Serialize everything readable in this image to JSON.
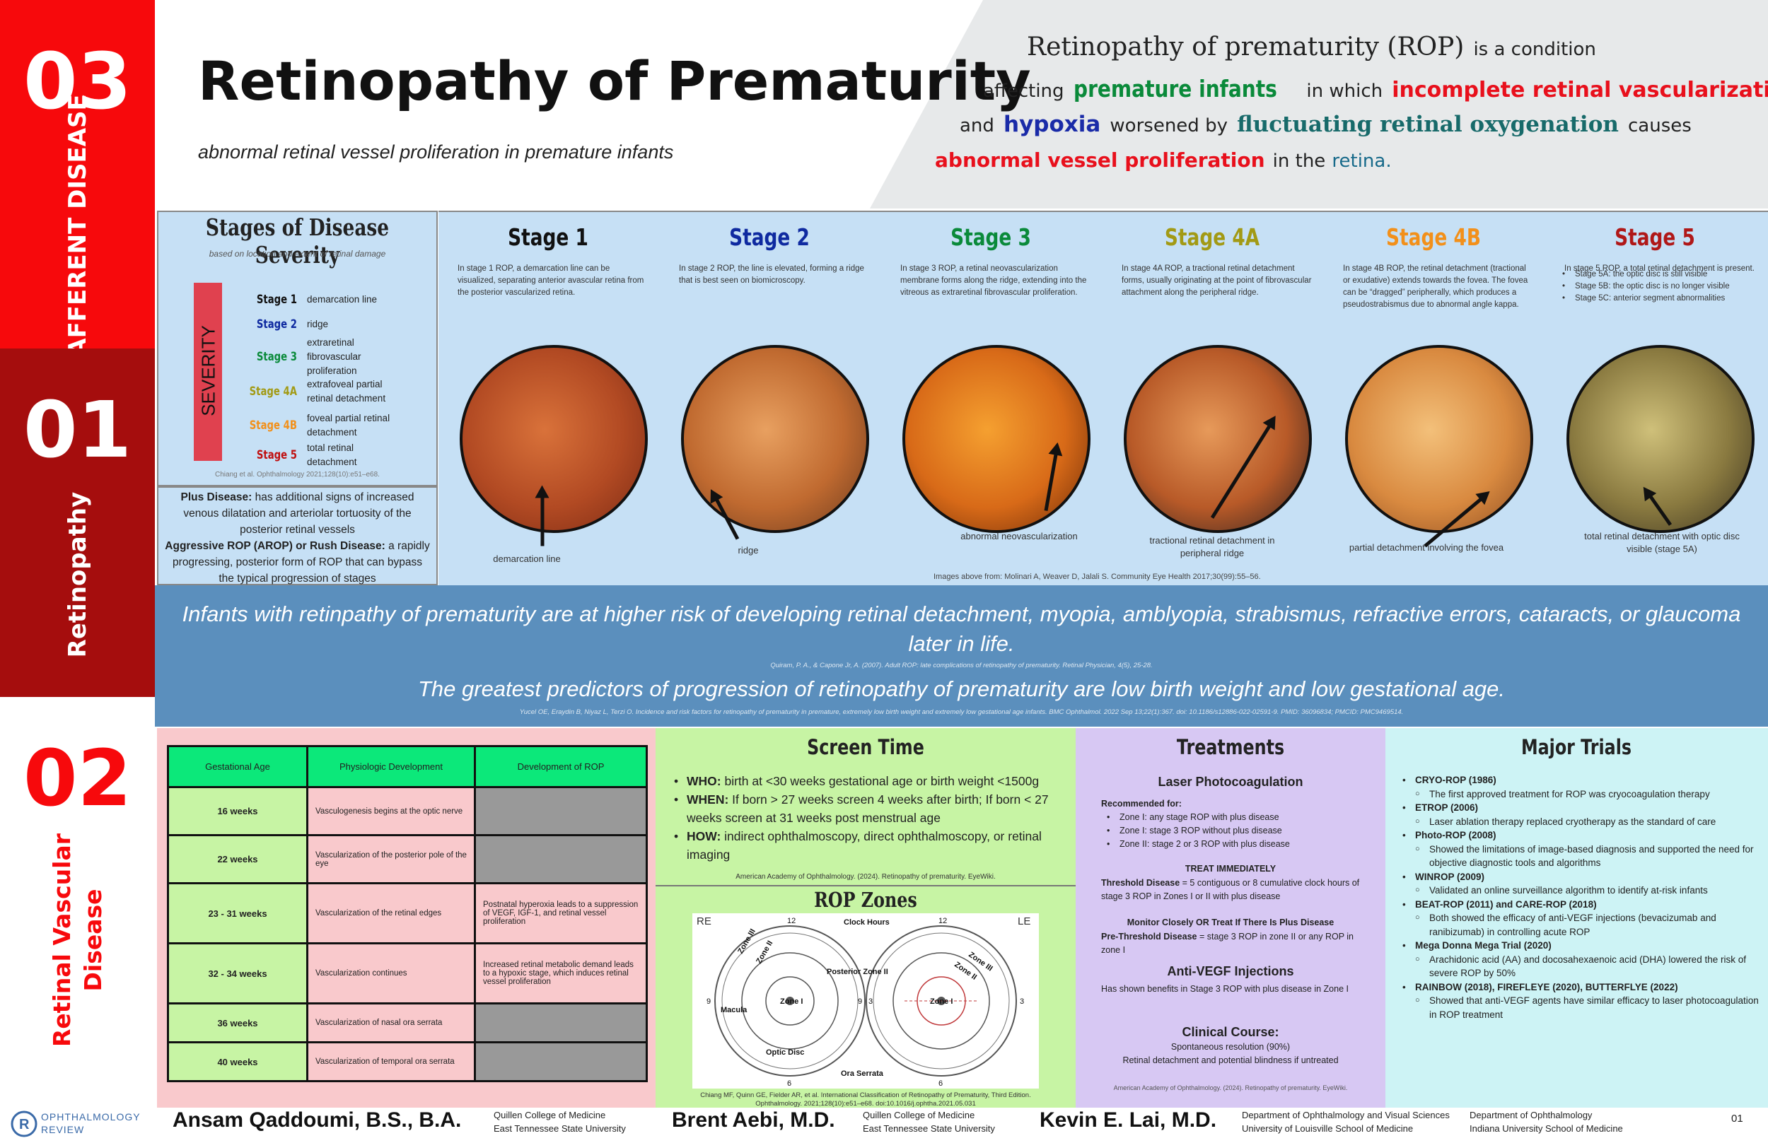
{
  "sidebar": {
    "sec03": {
      "num": "03",
      "label": "AFFERENT DISEASE",
      "color": "#f7090c"
    },
    "sec01": {
      "num": "01",
      "label": "Retinopathy",
      "color": "#a50d0d"
    },
    "sec02": {
      "num": "02",
      "label": "Retinal Vascular Disease",
      "color": "#f7090c"
    }
  },
  "header": {
    "title": "Retinopathy of Prematurity",
    "subtitle": "abnormal retinal vessel proliferation in premature infants",
    "definition": {
      "l1a": "Retinopathy of prematurity (ROP)",
      "l1b": "is a condition",
      "l2a": "affecting",
      "l2b": "premature infants",
      "l2c": "in which",
      "l2d": "incomplete retinal vascularization",
      "l3a": "and",
      "l3b": "hypoxia",
      "l3c": "worsened by",
      "l3d": "fluctuating retinal oxygenation",
      "l3e": "causes",
      "l4a": "abnormal vessel proliferation",
      "l4b": "in the",
      "l4c": "retina."
    }
  },
  "severity": {
    "title": "Stages of Disease Severity",
    "subtitle": "based on location and extent of retinal damage",
    "bar_label": "SEVERITY",
    "items": [
      {
        "stage": "Stage 1",
        "desc": "demarcation line",
        "color": "#111111"
      },
      {
        "stage": "Stage 2",
        "desc": "ridge",
        "color": "#0f2aa0"
      },
      {
        "stage": "Stage 3",
        "desc": "extraretinal fibrovascular proliferation",
        "color": "#0a8a3a"
      },
      {
        "stage": "Stage 4A",
        "desc": "extrafoveal partial retinal detachment",
        "color": "#a29a15"
      },
      {
        "stage": "Stage 4B",
        "desc": "foveal partial retinal detachment",
        "color": "#f2901a"
      },
      {
        "stage": "Stage 5",
        "desc": "total retinal detachment",
        "color": "#c01010"
      }
    ],
    "citation": "Chiang et al. Ophthalmology 2021;128(10):e51–e68."
  },
  "plus": {
    "p1_bold": "Plus Disease:",
    "p1": "has additional signs of increased venous dilatation and arteriolar tortuosity of the posterior retinal vessels",
    "p2_bold": "Aggressive ROP (AROP) or Rush Disease:",
    "p2": "a rapidly progressing, posterior form of ROP that can bypass the typical progression of stages"
  },
  "stages": [
    {
      "title": "Stage 1",
      "color": "#111111",
      "desc": "In stage 1 ROP, a demarcation line can be visualized, separating anterior avascular retina from the posterior vascularized retina.",
      "label": "demarcation line"
    },
    {
      "title": "Stage 2",
      "color": "#0f2aa0",
      "desc": "In stage 2 ROP, the line is elevated, forming a ridge that is best seen on biomicroscopy.",
      "label": "ridge"
    },
    {
      "title": "Stage 3",
      "color": "#0a8a3a",
      "desc": "In stage 3 ROP, a retinal neovascularization membrane forms along the ridge, extending into the vitreous as extraretinal fibrovascular proliferation.",
      "label": "abnormal neovascularization"
    },
    {
      "title": "Stage 4A",
      "color": "#a29a15",
      "desc": "In stage 4A ROP, a tractional retinal detachment forms, usually originating at the point of fibrovascular attachment along the peripheral ridge.",
      "label": "tractional retinal detachment in peripheral ridge"
    },
    {
      "title": "Stage 4B",
      "color": "#f2901a",
      "desc": "In stage 4B ROP, the retinal detachment (tractional or exudative) extends towards the fovea. The fovea can be “dragged” peripherally, which produces a pseudostrabismus due to abnormal angle kappa.",
      "label": "partial detachment involving the fovea"
    },
    {
      "title": "Stage 5",
      "color": "#b01818",
      "desc": "In stage 5 ROP, a total retinal detachment is present.",
      "label": "total retinal detachment with optic disc visible (stage 5A)"
    }
  ],
  "stage5_list": [
    "Stage 5A: the optic disc is still visible",
    "Stage 5B: the optic disc is no longer visible",
    "Stage 5C: anterior segment abnormalities"
  ],
  "stages_citation": "Images above from: Molinari A, Weaver D, Jalali S. Community Eye Health 2017;30(99):55–56.",
  "banner": {
    "text1": "Infants with retinpathy of prematurity are at higher risk of developing retinal detachment, myopia, amblyopia, strabismus, refractive errors, cataracts, or glaucoma later in life.",
    "cite1": "Quiram, P. A., & Capone Jr, A. (2007). Adult ROP: late complications of retinopathy of prematurity. Retinal Physician, 4(5), 25-28.",
    "text2": "The greatest predictors of progression of retinopathy of prematurity are low birth weight and low gestational age.",
    "cite2": "Yucel OE, Eraydin B, Niyaz L, Terzi O. Incidence and risk factors for retinopathy of prematurity in premature, extremely low birth weight and extremely low gestational age infants. BMC Ophthalmol. 2022 Sep 13;22(1):367. doi: 10.1186/s12886-022-02591-9. PMID: 36096834; PMCID: PMC9469514."
  },
  "dev_table": {
    "headers": [
      "Gestational Age",
      "Physiologic Development",
      "Development of ROP"
    ],
    "rows": [
      {
        "ga": "16 weeks",
        "pd": "Vasculogenesis begins at the optic nerve",
        "rop": ""
      },
      {
        "ga": "22 weeks",
        "pd": "Vascularization of the posterior pole of the eye",
        "rop": ""
      },
      {
        "ga": "23 - 31 weeks",
        "pd": "Vascularization of the retinal edges",
        "rop": "Postnatal hyperoxia leads to a suppression of VEGF, IGF-1, and retinal vessel proliferation"
      },
      {
        "ga": "32 - 34 weeks",
        "pd": "Vascularization continues",
        "rop": "Increased retinal metabolic demand leads to a hypoxic stage, which induces retinal vessel proliferation"
      },
      {
        "ga": "36 weeks",
        "pd": "Vascularization of nasal ora serrata",
        "rop": ""
      },
      {
        "ga": "40 weeks",
        "pd": "Vascularization of temporal ora serrata",
        "rop": ""
      }
    ]
  },
  "screen": {
    "title": "Screen Time",
    "items": [
      {
        "b": "WHO:",
        "t": "birth at <30 weeks gestational age or birth weight <1500g"
      },
      {
        "b": "WHEN:",
        "t": "If born > 27 weeks screen 4 weeks after birth; If born < 27 weeks screen at 31 weeks post menstrual age"
      },
      {
        "b": "HOW:",
        "t": "indirect ophthalmoscopy, direct ophthalmoscopy, or retinal imaging"
      }
    ],
    "cite": "American Academy of Ophthalmology. (2024). Retinopathy of prematurity. EyeWiki."
  },
  "zones": {
    "title": "ROP Zones",
    "re": "RE",
    "le": "LE",
    "clock": "Clock Hours",
    "zone3": "Zone III",
    "zone2": "Zone II",
    "zone1": "Zone I",
    "macula": "Macula",
    "posterior": "Posterior Zone II",
    "disc": "Optic Disc",
    "ora": "Ora Serrata",
    "h12": "12",
    "h3": "3",
    "h6": "6",
    "h9": "9",
    "cite1": "Chiang MF, Quinn GE, Fielder AR, et al. International Classification of Retinopathy of Prematurity, Third Edition.",
    "cite2": "Ophthalmology. 2021;128(10):e51–e68. doi:10.1016/j.ophtha.2021.05.031"
  },
  "treatments": {
    "title": "Treatments",
    "laser": "Laser Photocoagulation",
    "rec": "Recommended for:",
    "rec_items": [
      "Zone I: any stage ROP with plus disease",
      "Zone I: stage 3 ROP without plus disease",
      "Zone II: stage 2 or 3 ROP with plus disease"
    ],
    "treat_now": "TREAT IMMEDIATELY",
    "threshold_b": "Threshold Disease",
    "threshold": "= 5 contiguous or 8 cumulative clock hours of stage 3 ROP in Zones I or II with plus disease",
    "monitor": "Monitor Closely OR Treat If There Is Plus Disease",
    "pre_b": "Pre-Threshold Disease",
    "pre": "= stage 3 ROP in zone II or any ROP in zone I",
    "vegf": "Anti-VEGF Injections",
    "vegf_t": "Has shown benefits in Stage 3 ROP with plus disease in Zone I",
    "course": "Clinical Course:",
    "course1": "Spontaneous resolution (90%)",
    "course2": "Retinal detachment and potential blindness if untreated",
    "cite": "American Academy of Ophthalmology. (2024). Retinopathy of prematurity. EyeWiki."
  },
  "trials": {
    "title": "Major Trials",
    "items": [
      {
        "name": "CRYO-ROP (1986)",
        "note": "The first approved treatment for ROP was cryocoagulation therapy"
      },
      {
        "name": "ETROP (2006)",
        "note": "Laser ablation therapy replaced cryotherapy as the standard of care"
      },
      {
        "name": "Photo-ROP (2008)",
        "note": "Showed the limitations of image-based diagnosis and supported the need for objective diagnostic tools and algorithms"
      },
      {
        "name": "WINROP (2009)",
        "note": "Validated an online surveillance algorithm to identify at-risk infants"
      },
      {
        "name": "BEAT-ROP (2011) and CARE-ROP (2018)",
        "note": "Both showed the efficacy of anti-VEGF injections (bevacizumab and ranibizumab) in controlling acute ROP"
      },
      {
        "name": "Mega Donna Mega Trial (2020)",
        "note": "Arachidonic acid (AA) and docosahexaenoic acid (DHA) lowered the risk of severe ROP by 50%"
      },
      {
        "name": "RAINBOW (2018), FIREFLEYE (2020), BUTTERFLYE (2022)",
        "note": "Showed that anti-VEGF agents have similar efficacy to laser photocoagulation in ROP treatment"
      }
    ]
  },
  "footer": {
    "logo1": "OPHTHALMOLOGY",
    "logo2": "REVIEW",
    "a1": "Ansam Qaddoumi, B.S., B.A.",
    "a1i1": "Quillen College of Medicine",
    "a1i2": "East Tennessee State University",
    "a2": "Brent Aebi, M.D.",
    "a2i1": "Quillen College of Medicine",
    "a2i2": "East Tennessee State University",
    "a3": "Kevin E. Lai, M.D.",
    "a3i1": "Department of Ophthalmology and Visual Sciences",
    "a3i2": "University of Louisville School of Medicine",
    "a4i1": "Department of Ophthalmology",
    "a4i2": "Indiana University School of Medicine",
    "page": "01"
  }
}
